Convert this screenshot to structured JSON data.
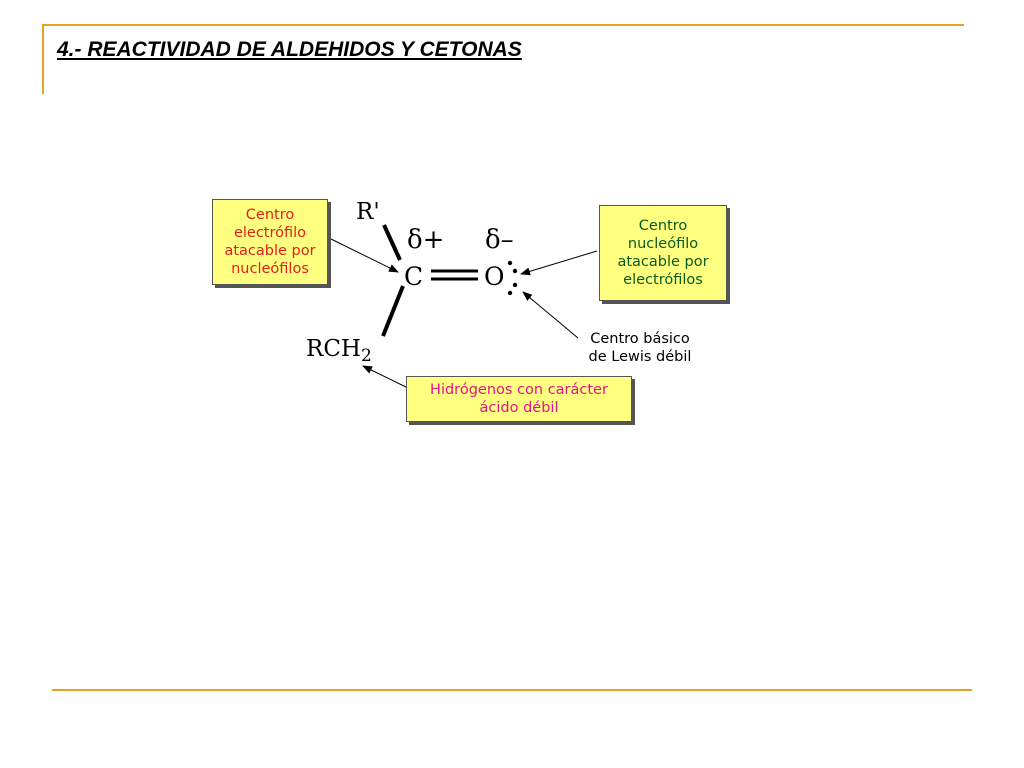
{
  "title": "4.- REACTIVIDAD DE ALDEHIDOS Y CETONAS",
  "colors": {
    "accent_rule": "#e4a520",
    "box_fill": "#ffff80",
    "electrophile_text": "#e0201c",
    "nucleophile_text": "#0a5a1a",
    "hydrogen_text": "#e0148a"
  },
  "molecule": {
    "r_prime": "R'",
    "delta_plus": "δ+",
    "delta_minus": "δ–",
    "carbon": "C",
    "oxygen": "O",
    "rch2_main": "RCH",
    "rch2_sub": "2"
  },
  "labels": {
    "electrophile": [
      "Centro",
      "electrófilo",
      "atacable por",
      "nucleófilos"
    ],
    "nucleophile": [
      "Centro",
      "nucleófilo",
      "atacable por",
      "electrófilos"
    ],
    "lewis_base": [
      "Centro básico",
      "de Lewis débil"
    ],
    "hydrogens": [
      "Hidrógenos con carácter",
      "ácido débil"
    ]
  }
}
